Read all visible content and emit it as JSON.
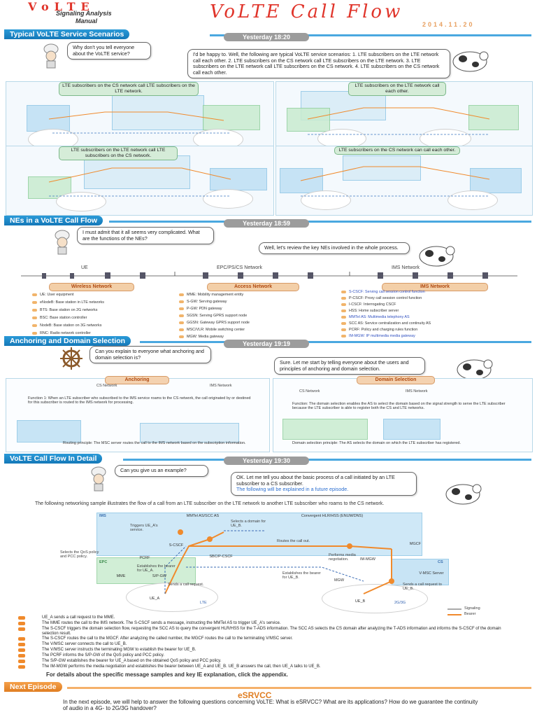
{
  "header": {
    "logo": "VoLTE",
    "subtitle1": "Signaling Analysis",
    "subtitle2": "Manual",
    "title": "VoLTE  Call  Flow",
    "date": "2014.11.20"
  },
  "sec1": {
    "banner": "Typical VoLTE Service Scenarios",
    "time": "Yesterday 18:20",
    "q": "Why don't you tell everyone about the VoLTE service?",
    "a": "I'd be happy to. Well, the following are typical VoLTE service scenarios: 1. LTE subscribers on the LTE network call each other. 2. LTE subscribers on the CS network call LTE subscribers on the LTE network. 3. LTE subscribers on the LTE network call LTE subscribers on the CS network. 4. LTE subscribers on the CS network call each other.",
    "s1": "LTE subscribers on the CS network call LTE subscribers on the LTE network.",
    "s2": "LTE subscribers on the LTE network call each other.",
    "s3": "LTE subscribers on the LTE network call LTE subscribers on the CS network.",
    "s4": "LTE subscribers on the CS network can call each other."
  },
  "sec2": {
    "banner": "NEs in a VoLTE Call Flow",
    "time": "Yesterday 18:59",
    "q": "I must admit that it all seems very complicated. What are the functions of the NEs?",
    "a": "Well, let's review the key NEs involved in the whole process.",
    "ue": "UE",
    "epc": "EPC/PS/CS Network",
    "ims": "IMS Network",
    "col1": "Wireless Network",
    "col2": "Access Network",
    "col3": "IMS Network",
    "wireless": [
      "UE: User equipment",
      "eNodeB: Base station in LTE networks",
      "BTS: Base station on 2G networks",
      "BSC: Base station controller",
      "NodeB: Base station on 3G networks",
      "RNC: Radio network controller"
    ],
    "access": [
      "MME: Mobility management entity",
      "S-GW: Serving gateway",
      "P-GW: PDN gateway",
      "SGSN: Serving GPRS support node",
      "GGSN: Gateway GPRS support node",
      "MSC/VLR: Mobile switching center",
      "MGW: Media gateway"
    ],
    "imsnes": [
      "S-CSCF: Serving call session control function",
      "P-CSCF: Proxy call session control function",
      "I-CSCF: Interrogating CSCF",
      "HSS: Home subscriber server",
      "MMTel AS: Multimedia telephony AS",
      "SCC AS: Service centralization and continuity AS",
      "PCRF: Policy and charging rules function",
      "IM-MGW: IP multimedia media gateway"
    ]
  },
  "sec3": {
    "banner": "Anchoring and Domain Selection",
    "time": "Yesterday 19:19",
    "q": "Can you explain to everyone what anchoring and domain selection is?",
    "a": "Sure. Let me start by telling everyone about the users and principles of anchoring and domain selection.",
    "anch": "Anchoring",
    "dom": "Domain Selection",
    "anchtext": "Function 1: When an LTE subscriber who subscribed to the IMS service roams to the CS network, the call originated by or destined for this subscriber is routed to the IMS network for processing.",
    "anchtext2": "Routing principle: The MSC server routes the call to the IMS network based on the subscription information.",
    "domtext": "Function: The domain selection enables the AS to select the domain based on the signal strength to serve the LTE subscriber because the LTE subscriber is able to register both the CS and LTE networks.",
    "domtext2": "Domain selection principle: The AS selects the domain on which the LTE subscriber has registered.",
    "cs": "CS Network",
    "imsnet": "IMS Network"
  },
  "sec4": {
    "banner": "VoLTE Call Flow In Detail",
    "time": "Yesterday 19:30",
    "q": "Can you give us an example?",
    "a": "OK. Let me tell you about the basic process of a call initiated by an LTE subscriber to a CS subscriber.",
    "a2": "The following will be explained in a future episode.",
    "intro": "The following networking sample illustrates the flow of a call from an LTE subscriber on the LTE network to another LTE subscriber who roams to the CS network.",
    "nodes": {
      "mmtel": "MMTel AS/SCC AS",
      "hlr": "Convergent HLR/HSS (ENUM/DNS)",
      "scscf": "S-CSCF",
      "mgcf": "MGCF",
      "pcrf": "PCRF",
      "sbc": "SBC/P-CSCF",
      "mme": "MME",
      "sgw": "S/P-GW",
      "imgw": "IM-MGW",
      "vmsc": "V-MSC Server",
      "mgw": "MGW",
      "uea": "UE_A",
      "ueb": "UE_B",
      "lte": "LTE",
      "g23": "2G/3G",
      "ims": "IMS",
      "epc": "EPC",
      "csn": "CS"
    },
    "labels": {
      "l1": "Sends a call request.",
      "l2": "Triggers UE_A's service.",
      "l3": "Selects a domain for UE_B.",
      "l4": "Routes the call out.",
      "l5": "Selects the QoS policy and PCC policy.",
      "l6": "Establishes the bearer for UE_A.",
      "l7": "Performs media negotiation.",
      "l8": "Establishes the bearer for UE_B.",
      "l9": "Sends a call request to UE_B.",
      "l10": "Signaling",
      "l11": "Bearer"
    },
    "steps": [
      "UE_A sends a call request to the MME.",
      "The MME routes the call to the IMS network. The S-CSCF sends a message, instructing the MMTel AS to trigger UE_A's service.",
      "The S-CSCF triggers the domain selection flow, requesting the SCC AS to query the convergent HLR/HSS for the T-ADS information. The SCC AS selects the CS domain after analyzing the T-ADS information and informs the S-CSCF of the domain selection result.",
      "The S-CSCF routes the call to the MGCF. After analyzing the called number, the MGCF routes the call to the terminating V/MSC server.",
      "The V/MSC server connects the call to UE_B.",
      "The V/MSC server instructs the terminating MGW to establish the bearer for UE_B.",
      "The PCRF informs the S/P-GW of the QoS policy and PCC policy.",
      "The S/P-GW establishes the bearer for UE_A based on the obtained QoS policy and PCC policy.",
      "The IM-MGW performs the media negotiation and establishes the bearer between UE_A and UE_B. UE_B answers the call, then UE_A talks to UE_B."
    ],
    "appendix": "For details about the specific message samples and key IE explanation, click the appendix."
  },
  "sec5": {
    "banner": "Next Episode",
    "title": "eSRVCC",
    "text": "In the next episode, we will help to answer the following questions concerning VoLTE: What is eSRVCC? What are its applications? How do we guarantee the continuity of audio in a 4G- to 2G/3G handover?"
  },
  "colors": {
    "accent": "#f08a2c",
    "banner": "#1f88c8",
    "title": "#e0342a"
  }
}
